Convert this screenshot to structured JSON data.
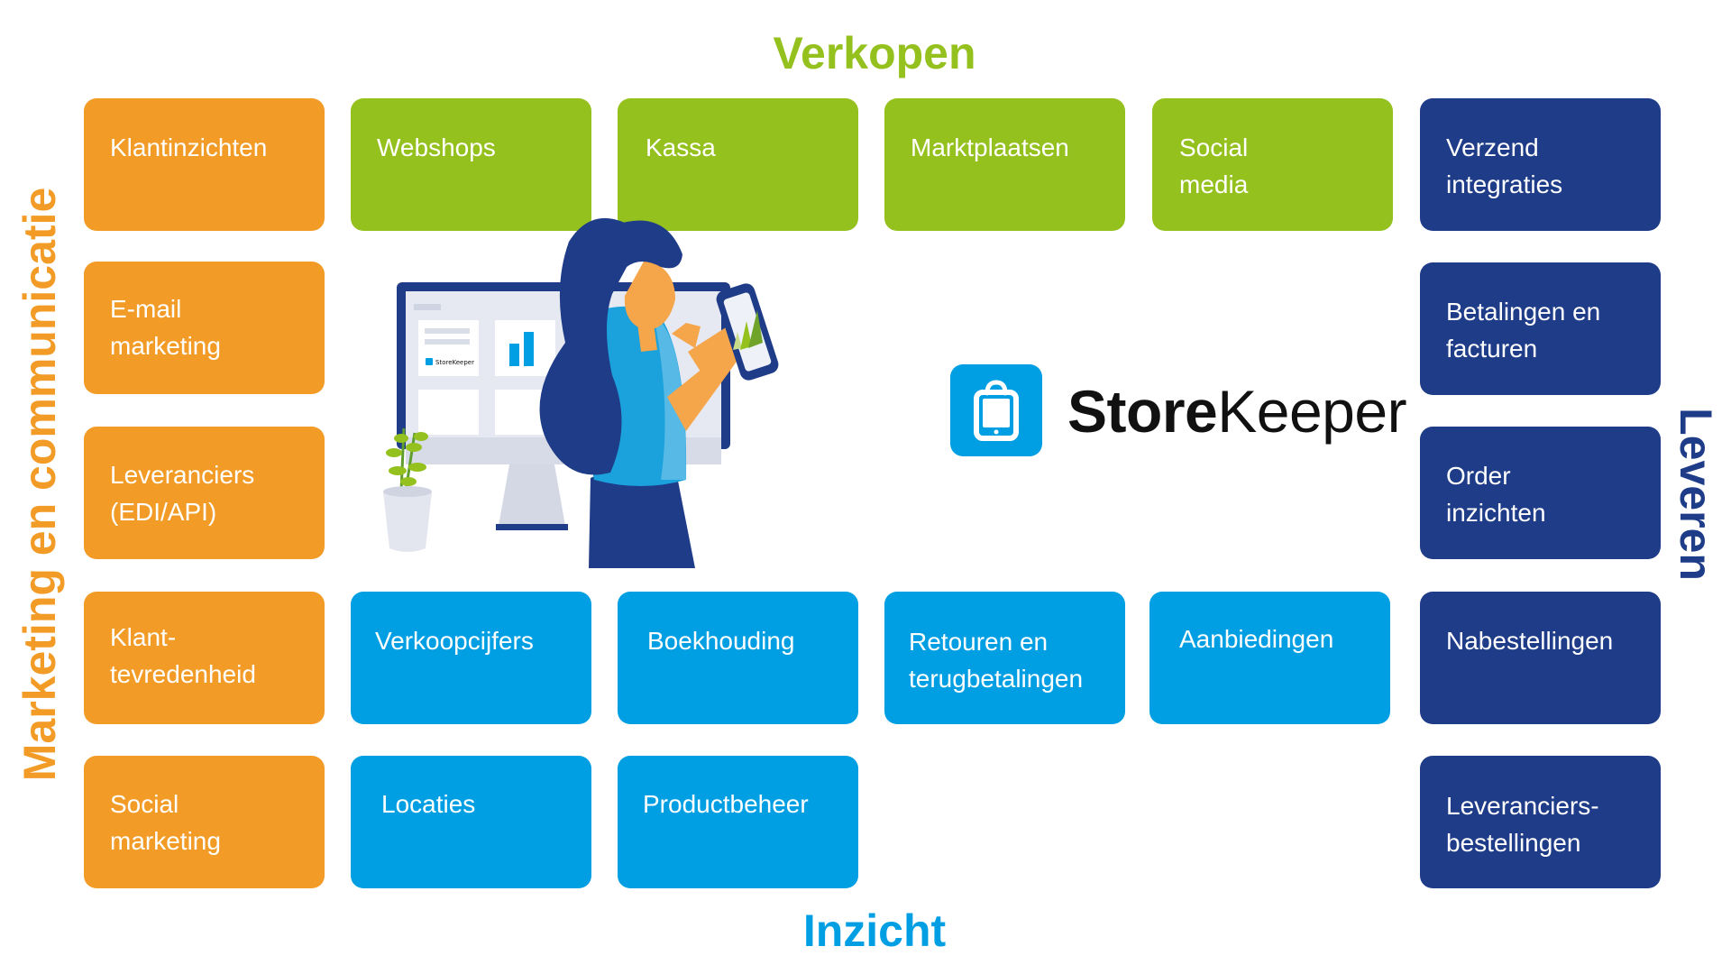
{
  "headings": {
    "top": "Verkopen",
    "bottom": "Inzicht",
    "left": "Marketing en communicatie",
    "right": "Leveren"
  },
  "brand": {
    "name_bold": "Store",
    "name_regular": "Keeper",
    "screen_mini_logo": "StoreKeeper",
    "logo_icon": "shopping-bag-phone-icon"
  },
  "tiles": {
    "klantinzichten": "Klantinzichten",
    "email_marketing": "E-mail\nmarketing",
    "leveranciers_edi": "Leveranciers\n(EDI/API)",
    "klanttevredenheid": "Klant-\ntevredenheid",
    "social_marketing": "Social\nmarketing",
    "webshops": "Webshops",
    "kassa": "Kassa",
    "marktplaatsen": "Marktplaatsen",
    "social_media": "Social\nmedia",
    "verzend_integraties": "Verzend\nintegraties",
    "betalingen": "Betalingen en\nfacturen",
    "order_inzichten": "Order\ninzichten",
    "nabestellingen": "Nabestellingen",
    "leveranciers_bestellingen": "Leveranciers-\nbestellingen",
    "verkoopcijfers": "Verkoopcijfers",
    "boekhouding": "Boekhouding",
    "retouren": "Retouren en\nterugbetalingen",
    "aanbiedingen": "Aanbiedingen",
    "locaties": "Locaties",
    "productbeheer": "Productbeheer"
  },
  "colors": {
    "marketing": "#f29c27",
    "verkopen": "#95c11f",
    "inzicht": "#009fe3",
    "leveren": "#1f3c88"
  }
}
